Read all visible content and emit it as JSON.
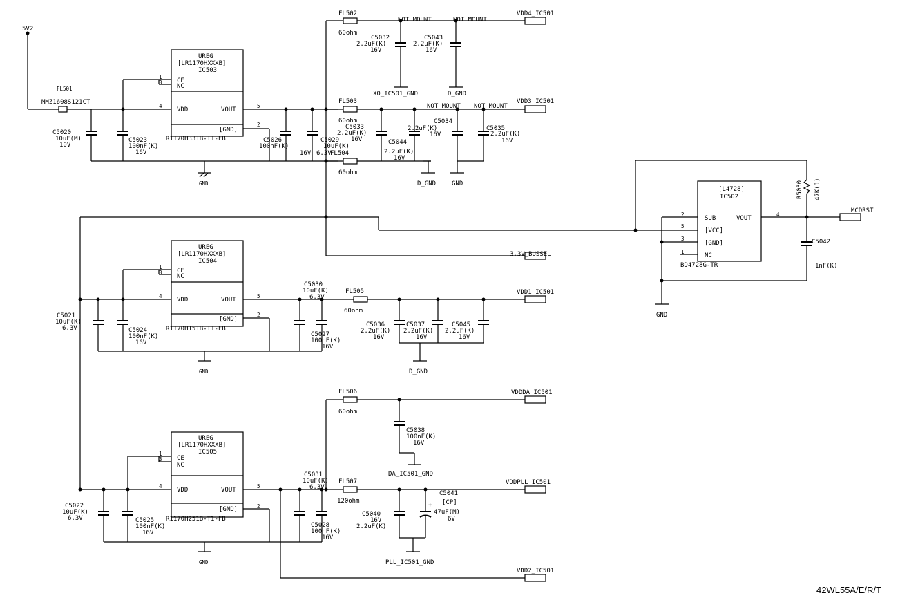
{
  "power_in": "5V2",
  "fl501": {
    "ref": "FL501",
    "part": "MMZ1608S121CT"
  },
  "c5020": {
    "ref": "C5020",
    "val": "10uF(M)",
    "volt": "10V"
  },
  "c5023": {
    "ref": "C5023",
    "val": "100nF(K)",
    "volt": "16V"
  },
  "ic503": {
    "type": "UREG",
    "part": "[LR1170HXXXB]",
    "ref": "IC503",
    "order": "R1170H331B-T1-FB"
  },
  "ic504": {
    "type": "UREG",
    "part": "[LR1170HXXXB]",
    "ref": "IC504",
    "order": "R1170H151B-T1-FB"
  },
  "ic505": {
    "type": "UREG",
    "part": "[LR1170HXXXB]",
    "ref": "IC505",
    "order": "R1170H251B-T1-FB"
  },
  "pins": {
    "vdd": "VDD",
    "vout": "VOUT",
    "ce": "CE",
    "nc": "NC",
    "gnd": "[GND]",
    "p1": "1",
    "p2": "2",
    "p3": "3",
    "p4": "4",
    "p5": "5"
  },
  "c5026": {
    "ref": "C5026",
    "val": "100nF(K)"
  },
  "c5029": {
    "ref": "C5029",
    "val": "10uF(K)",
    "volt1": "16V",
    "volt2": "6.3V"
  },
  "fl502": {
    "ref": "FL502",
    "val": "60ohm"
  },
  "fl503": {
    "ref": "FL503",
    "val": "60ohm"
  },
  "fl504": {
    "ref": "FL504",
    "val": "60ohm"
  },
  "fl505": {
    "ref": "FL505",
    "val": "60ohm"
  },
  "fl506": {
    "ref": "FL506",
    "val": "60ohm"
  },
  "fl507": {
    "ref": "FL507",
    "val": "120ohm"
  },
  "not_mount": "NOT MOUNT",
  "c5032": {
    "ref": "C5032",
    "val": "2.2uF(K)",
    "volt": "16V"
  },
  "c5043": {
    "ref": "C5043",
    "val": "2.2uF(K)",
    "volt": "16V"
  },
  "c5033": {
    "ref": "C5033",
    "val": "2.2uF(K)",
    "volt": "16V"
  },
  "c5044": {
    "ref": "C5044",
    "val": "2.2uF(K)",
    "volt": "16V"
  },
  "c5034": {
    "ref": "C5034",
    "val": "2.2uF(K)",
    "volt": "16V"
  },
  "c5035": {
    "ref": "C5035",
    "val": "2.2uF(K)",
    "volt": "16V"
  },
  "nets": {
    "vdd4": "VDD4_IC501",
    "vdd3": "VDD3_IC501",
    "vdd1": "VDD1_IC501",
    "vddda": "VDDDA_IC501",
    "vddpll": "VDDPLL_IC501",
    "vdd2": "VDD2_IC501",
    "bussel": "3.3V_BUSSEL",
    "mcdrst": "MCDRST",
    "x0_gnd": "X0_IC501_GND",
    "d_gnd": "D_GND",
    "gnd": "GND",
    "da_gnd": "DA_IC501_GND",
    "pll_gnd": "PLL_IC501_GND"
  },
  "ic502": {
    "part": "[L4728]",
    "ref": "IC502",
    "order": "BD4728G-TR",
    "sub": "SUB",
    "vout": "VOUT",
    "vcc": "[VCC]",
    "gnd": "[GND]",
    "nc": "NC"
  },
  "r5030": {
    "ref": "R5030",
    "val": "47K(J)"
  },
  "c5042": {
    "ref": "C5042",
    "val": "1nF(K)"
  },
  "c5021": {
    "ref": "C5021",
    "val": "10uF(K)",
    "volt": "6.3V"
  },
  "c5024": {
    "ref": "C5024",
    "val": "100nF(K)",
    "volt": "16V"
  },
  "c5030": {
    "ref": "C5030",
    "val": "10uF(K)",
    "volt": "6.3V"
  },
  "c5027": {
    "ref": "C5027",
    "val": "100nF(K)",
    "volt": "16V"
  },
  "c5036": {
    "ref": "C5036",
    "val": "2.2uF(K)",
    "volt": "16V"
  },
  "c5037": {
    "ref": "C5037",
    "val": "2.2uF(K)",
    "volt": "16V"
  },
  "c5045": {
    "ref": "C5045",
    "val": "2.2uF(K)",
    "volt": "16V"
  },
  "c5038": {
    "ref": "C5038",
    "val": "100nF(K)",
    "volt": "16V"
  },
  "c5022": {
    "ref": "C5022",
    "val": "10uF(K)",
    "volt": "6.3V"
  },
  "c5025": {
    "ref": "C5025",
    "val": "100nF(K)",
    "volt": "16V"
  },
  "c5031": {
    "ref": "C5031",
    "val": "10uF(K)",
    "volt": "6.3V"
  },
  "c5028": {
    "ref": "C5028",
    "val": "100nF(K)",
    "volt": "16V"
  },
  "c5040": {
    "ref": "C5040",
    "val": "2.2uF(K)",
    "volt": "16V"
  },
  "c5041": {
    "ref": "C5041",
    "type": "[CP]",
    "val": "47uF(M)",
    "volt": "6V",
    "plus": "+"
  },
  "model": "42WL55A/E/R/T"
}
